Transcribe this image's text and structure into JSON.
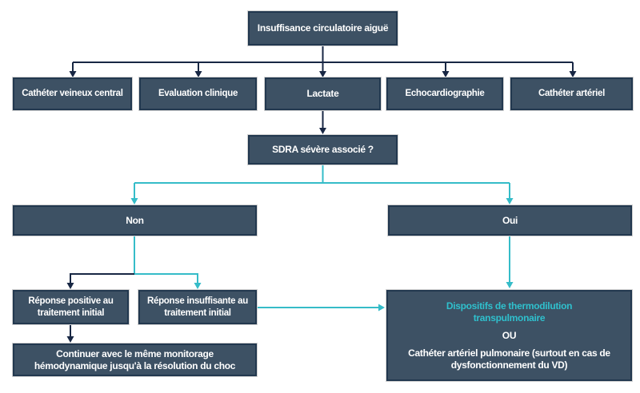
{
  "colors": {
    "box_fill": "#3d5164",
    "box_border": "#22384f",
    "arrow_dark": "#182744",
    "arrow_teal": "#35bcc8",
    "text_white": "#ffffff",
    "text_teal": "#2fc0cd",
    "page_bg": "#ffffff"
  },
  "nodes": {
    "root": "Insuffisance circulatoire aiguë",
    "catheter_veineux_central": "Cathéter veineux central",
    "evaluation_clinique": "Evaluation clinique",
    "lactate": "Lactate",
    "echocardiographie": "Echocardiographie",
    "catheter_arteriel": "Cathéter artériel",
    "sdra_question": "SDRA sévère associé ?",
    "non": "Non",
    "oui": "Oui",
    "reponse_positive": "Réponse positive au traitement initial",
    "reponse_insuffisante": "Réponse insuffisante au traitement initial",
    "continuer": "Continuer avec le même monitorage hémodynamique jusqu'à la résolution du choc",
    "oui_branch": {
      "option1": "Dispositifs de thermodilution transpulmonaire",
      "conjunction": "OU",
      "option2": "Cathéter artériel pulmonaire (surtout en cas de dysfonctionnement du VD)"
    }
  }
}
